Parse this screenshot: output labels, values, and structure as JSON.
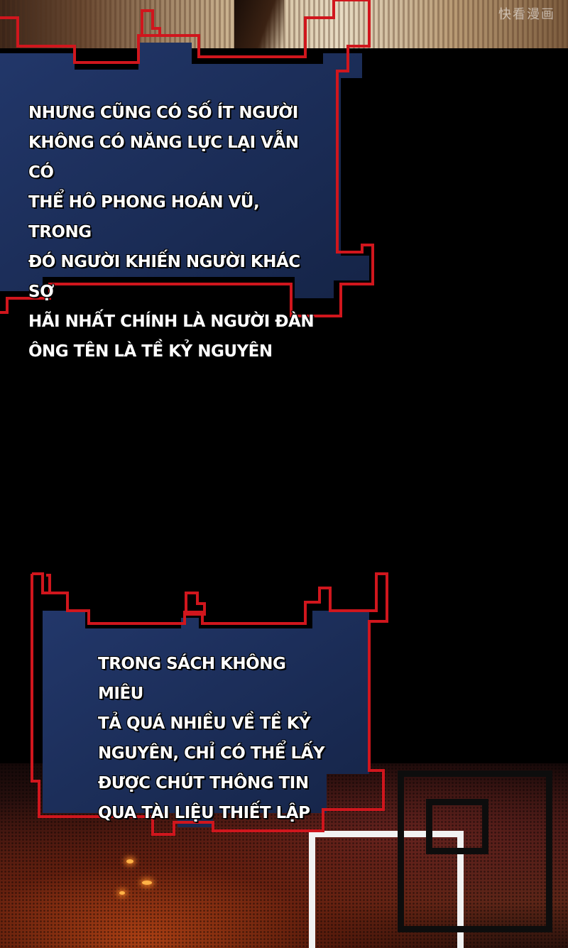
{
  "top_strip": {
    "watermark": "快看漫画"
  },
  "captions": [
    {
      "id": "caption-1",
      "text": "NHƯNG CŨNG CÓ SỐ ÍT NGƯỜI\nKHÔNG CÓ NĂNG LỰC LẠI VẪN CÓ\nTHỂ HÔ PHONG HOÁN VŨ, TRONG\nĐÓ NGƯỜI KHIẾN NGƯỜI KHÁC SỢ\nHÃI NHẤT CHÍNH LÀ NGƯỜI ĐÀN\nÔNG TÊN LÀ TỀ KỶ NGUYÊN"
    },
    {
      "id": "caption-2",
      "text": "TRONG SÁCH KHÔNG MIÊU\nTẢ QUÁ NHIỀU VỀ TỀ KỶ\nNGUYÊN, CHỈ CÓ THỂ LẤY\nĐƯỢC CHÚT THÔNG TIN\nQUA TÀI LIỆU THIẾT LẬP"
    }
  ],
  "colors": {
    "caption_fill": "#1c2e55",
    "caption_border": "#d0161d",
    "background": "#000000"
  }
}
